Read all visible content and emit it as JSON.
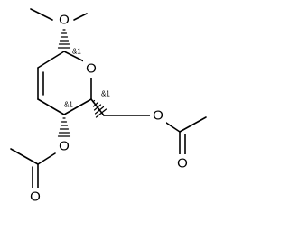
{
  "molecule": {
    "atoms": {
      "o_methoxy": "O",
      "o_ring": "O",
      "o_ester_chain": "O",
      "o_carbonyl_chain": "O",
      "o_ester_ring": "O",
      "o_carbonyl_ring": "O"
    },
    "stereo": {
      "c1": "&1",
      "c3": "&1",
      "c5": "&1"
    }
  }
}
